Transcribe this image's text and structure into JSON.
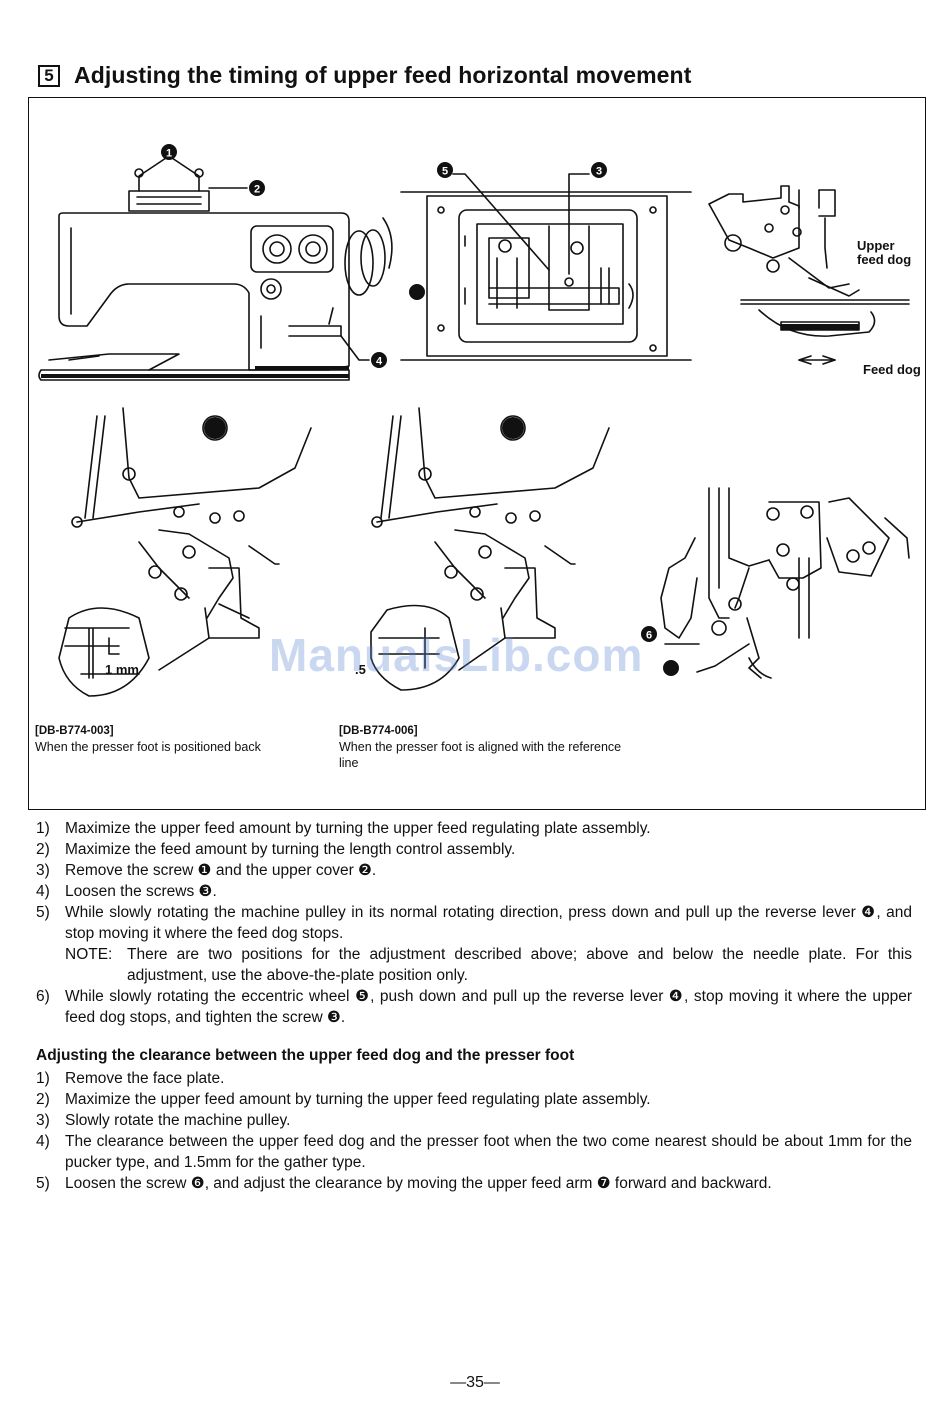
{
  "section": {
    "number": "5",
    "title": "Adjusting the timing of upper feed horizontal movement"
  },
  "figure": {
    "callouts": [
      "1",
      "2",
      "3",
      "4",
      "5",
      "6"
    ],
    "labels": {
      "upper_feed_dog_line1": "Upper",
      "upper_feed_dog_line2": "feed dog",
      "feed_dog": "Feed dog",
      "one_mm": "1 mm",
      "one_point_five": ".5"
    },
    "captions": [
      {
        "code": "[DB-B774-003]",
        "text": "When the presser foot is positioned back"
      },
      {
        "code": "[DB-B774-006]",
        "text": "When the presser foot is aligned with the reference line"
      }
    ],
    "watermark": "ManualsLib.com"
  },
  "steps": [
    {
      "num": "1)",
      "text": "Maximize the upper feed amount by turning the upper feed regulating plate assembly."
    },
    {
      "num": "2)",
      "text": "Maximize the feed amount by turning the length control assembly."
    },
    {
      "num": "3)",
      "text": "Remove the screw ❶ and the upper cover ❷."
    },
    {
      "num": "4)",
      "text": "Loosen the screws ❸."
    },
    {
      "num": "5)",
      "text": "While slowly rotating the machine pulley in its normal rotating direction, press down and pull up the reverse lever ❹, and stop moving it where the feed dog stops."
    },
    {
      "num": "6)",
      "text": "While slowly rotating the eccentric wheel ❺, push down and pull up the reverse lever ❹, stop moving it where the upper feed dog stops, and tighten the screw ❸."
    }
  ],
  "note": {
    "label": "NOTE:",
    "text": "There are two positions for the adjustment described above; above and below the needle plate. For this adjustment, use the above-the-plate position only."
  },
  "clearance": {
    "heading": "Adjusting the clearance between the upper feed dog and the presser foot",
    "steps": [
      {
        "num": "1)",
        "text": "Remove the face plate."
      },
      {
        "num": "2)",
        "text": "Maximize the upper feed amount by turning the upper feed regulating plate assembly."
      },
      {
        "num": "3)",
        "text": "Slowly rotate the machine pulley."
      },
      {
        "num": "4)",
        "text": "The clearance between the upper feed dog and the presser foot when the two come nearest should be about 1mm for the pucker type, and 1.5mm for the gather type."
      },
      {
        "num": "5)",
        "text": "Loosen the screw ❻, and adjust the clearance by moving the upper feed arm ❼ forward and backward."
      }
    ]
  },
  "page_number": "—35—"
}
